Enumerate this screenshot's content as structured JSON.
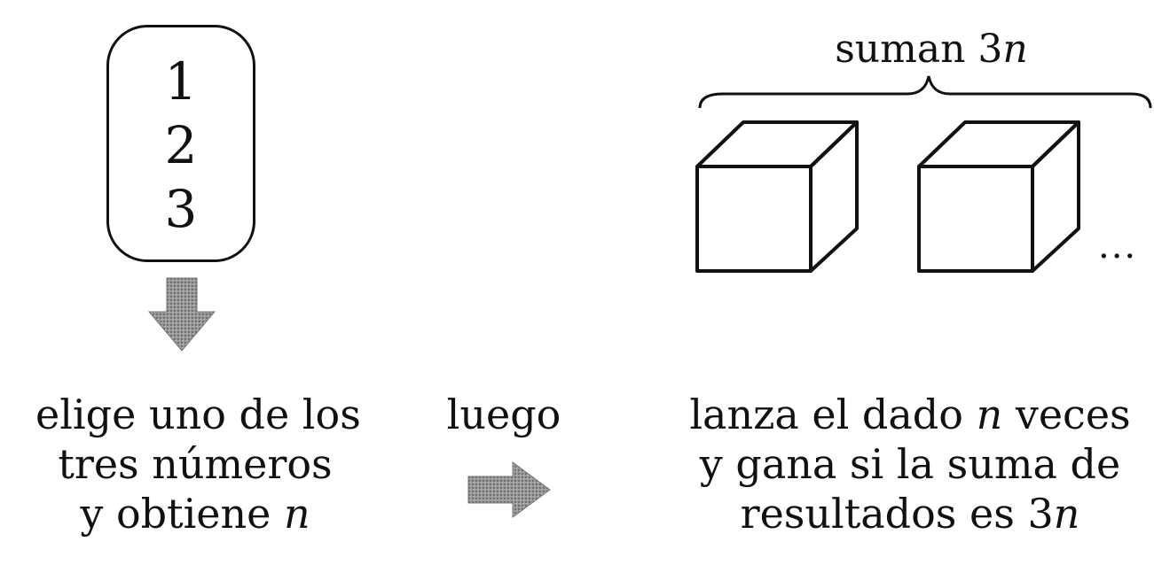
{
  "choice_box": {
    "numbers": [
      "1",
      "2",
      "3"
    ]
  },
  "left_caption": {
    "line1": "elige uno de los",
    "line2": "tres números",
    "line3_prefix": "y obtiene ",
    "line3_var": "n"
  },
  "middle": {
    "label": "luego"
  },
  "brace": {
    "prefix": "suman 3",
    "var": "n"
  },
  "dice": {
    "ellipsis": "..."
  },
  "right_caption": {
    "line1_prefix": "lanza el dado ",
    "line1_var": "n",
    "line1_suffix": " veces",
    "line2": "y gana si la suma de",
    "line3_prefix": "resultados es 3",
    "line3_var": "n"
  }
}
